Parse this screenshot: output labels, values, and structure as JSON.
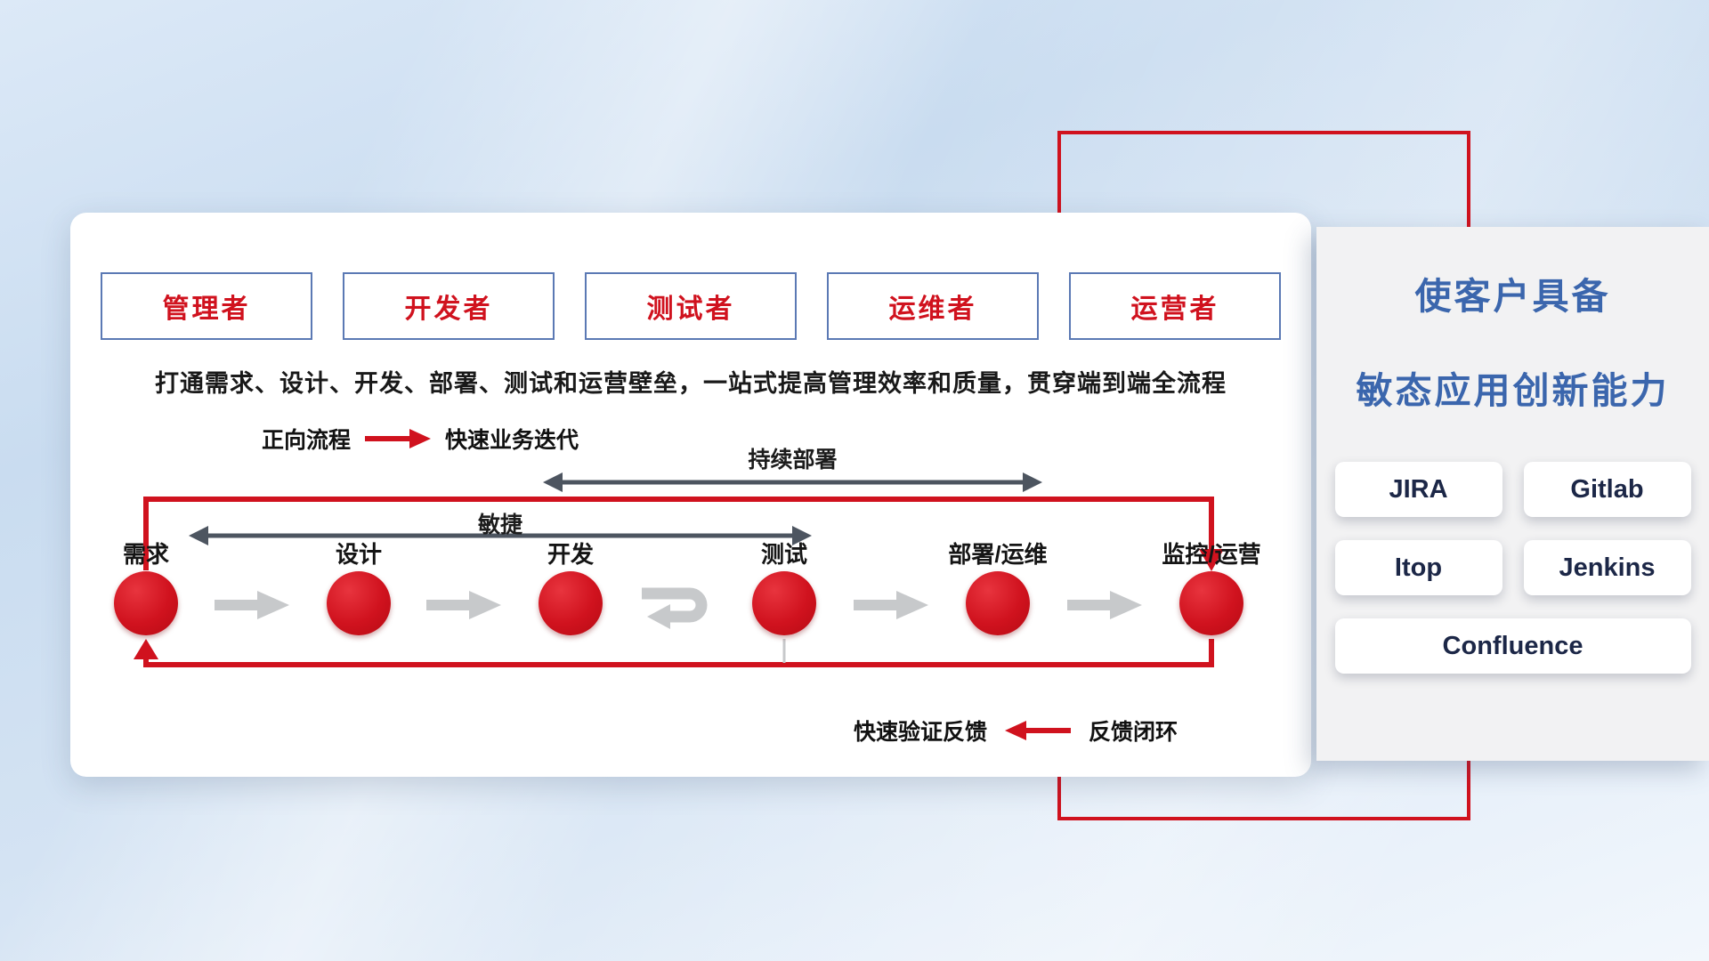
{
  "roles": [
    "管理者",
    "开发者",
    "测试者",
    "运维者",
    "运营者"
  ],
  "subtitle": "打通需求、设计、开发、部署、测试和运营壁垒，一站式提高管理效率和质量，贯穿端到端全流程",
  "forward_legend": {
    "label": "正向流程",
    "desc": "快速业务迭代"
  },
  "feedback_legend": {
    "desc": "快速验证反馈",
    "label": "反馈闭环"
  },
  "span_arrows": {
    "continuous_deployment": "持续部署",
    "agile": "敏捷"
  },
  "flow": {
    "stages": [
      "需求",
      "设计",
      "开发",
      "测试",
      "部署/运维",
      "监控/运营"
    ]
  },
  "side_panel": {
    "title_line1": "使客户具备",
    "title_line2": "敏态应用创新能力",
    "tools": [
      "JIRA",
      "Gitlab",
      "Itop",
      "Jenkins",
      "Confluence"
    ]
  },
  "colors": {
    "accent_red": "#d0121e",
    "title_blue": "#3b66ad",
    "role_border": "#5b79b4",
    "dark_arrow": "#4d5560",
    "light_arrow": "#c7c9cb"
  }
}
